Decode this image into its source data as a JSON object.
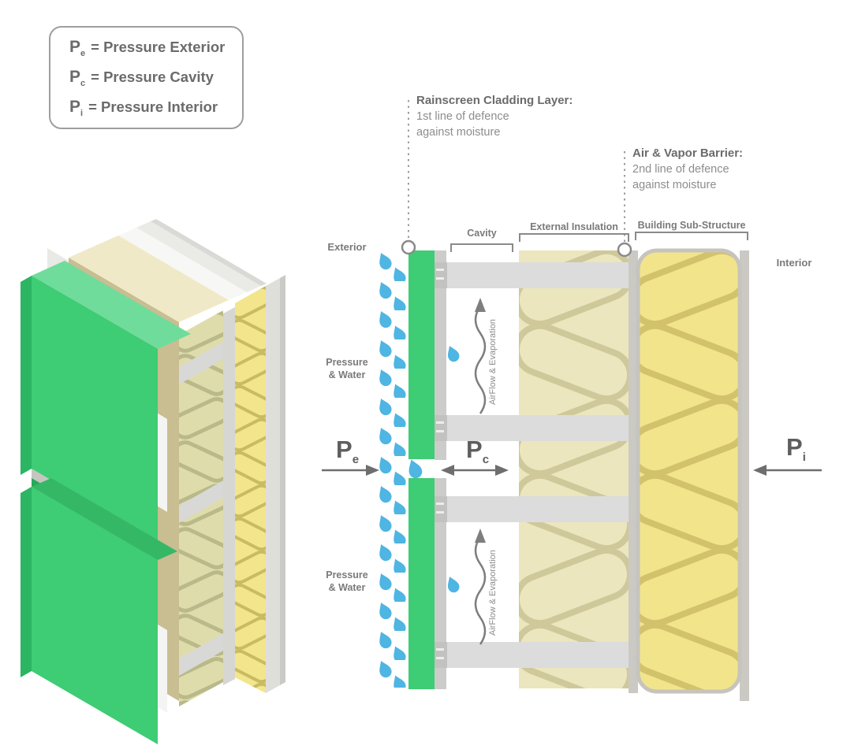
{
  "legend": {
    "items": [
      {
        "sym": "P",
        "sub": "e",
        "rest": "= Pressure Exterior"
      },
      {
        "sym": "P",
        "sub": "c",
        "rest": "= Pressure Cavity"
      },
      {
        "sym": "P",
        "sub": "i",
        "rest": "= Pressure Interior"
      }
    ]
  },
  "callouts": {
    "rainscreen": {
      "title": "Rainscreen Cladding Layer:",
      "lines": [
        "1st line of defence",
        "against moisture"
      ]
    },
    "vapor": {
      "title": "Air & Vapor Barrier:",
      "lines": [
        "2nd line of defence",
        "against moisture"
      ]
    }
  },
  "labels": {
    "exterior": "Exterior",
    "interior": "Interior",
    "cavity": "Cavity",
    "external_insulation": "External Insulation",
    "building_substructure": "Building Sub-Structure",
    "pressure_water_line1": "Pressure",
    "pressure_water_line2": "& Water",
    "airflow": "AirFlow & Evaporation"
  },
  "pressure_labels": {
    "exterior": {
      "sym": "P",
      "sub": "e"
    },
    "cavity": {
      "sym": "P",
      "sub": "c"
    },
    "interior": {
      "sym": "P",
      "sub": "i"
    }
  },
  "colors": {
    "cladding_green": "#3ECC74",
    "cladding_green_top": "#6FDC9B",
    "cladding_green_dark": "#2CB562",
    "droplet_blue": "#4FB5E2",
    "rail_gray": "#DCDCDC",
    "insulation_pale": "#EBE6BD",
    "insulation_pale_loop": "#CFC89B",
    "insulation_yellow": "#F2E48B",
    "insulation_yellow_loop": "#D2C26B",
    "tan_board": "#C9BD92",
    "cream_board": "#F0E9C8",
    "text_dark": "#6E6E6E",
    "text_light": "#8D8D8D",
    "line_gray": "#8A8A8A"
  }
}
